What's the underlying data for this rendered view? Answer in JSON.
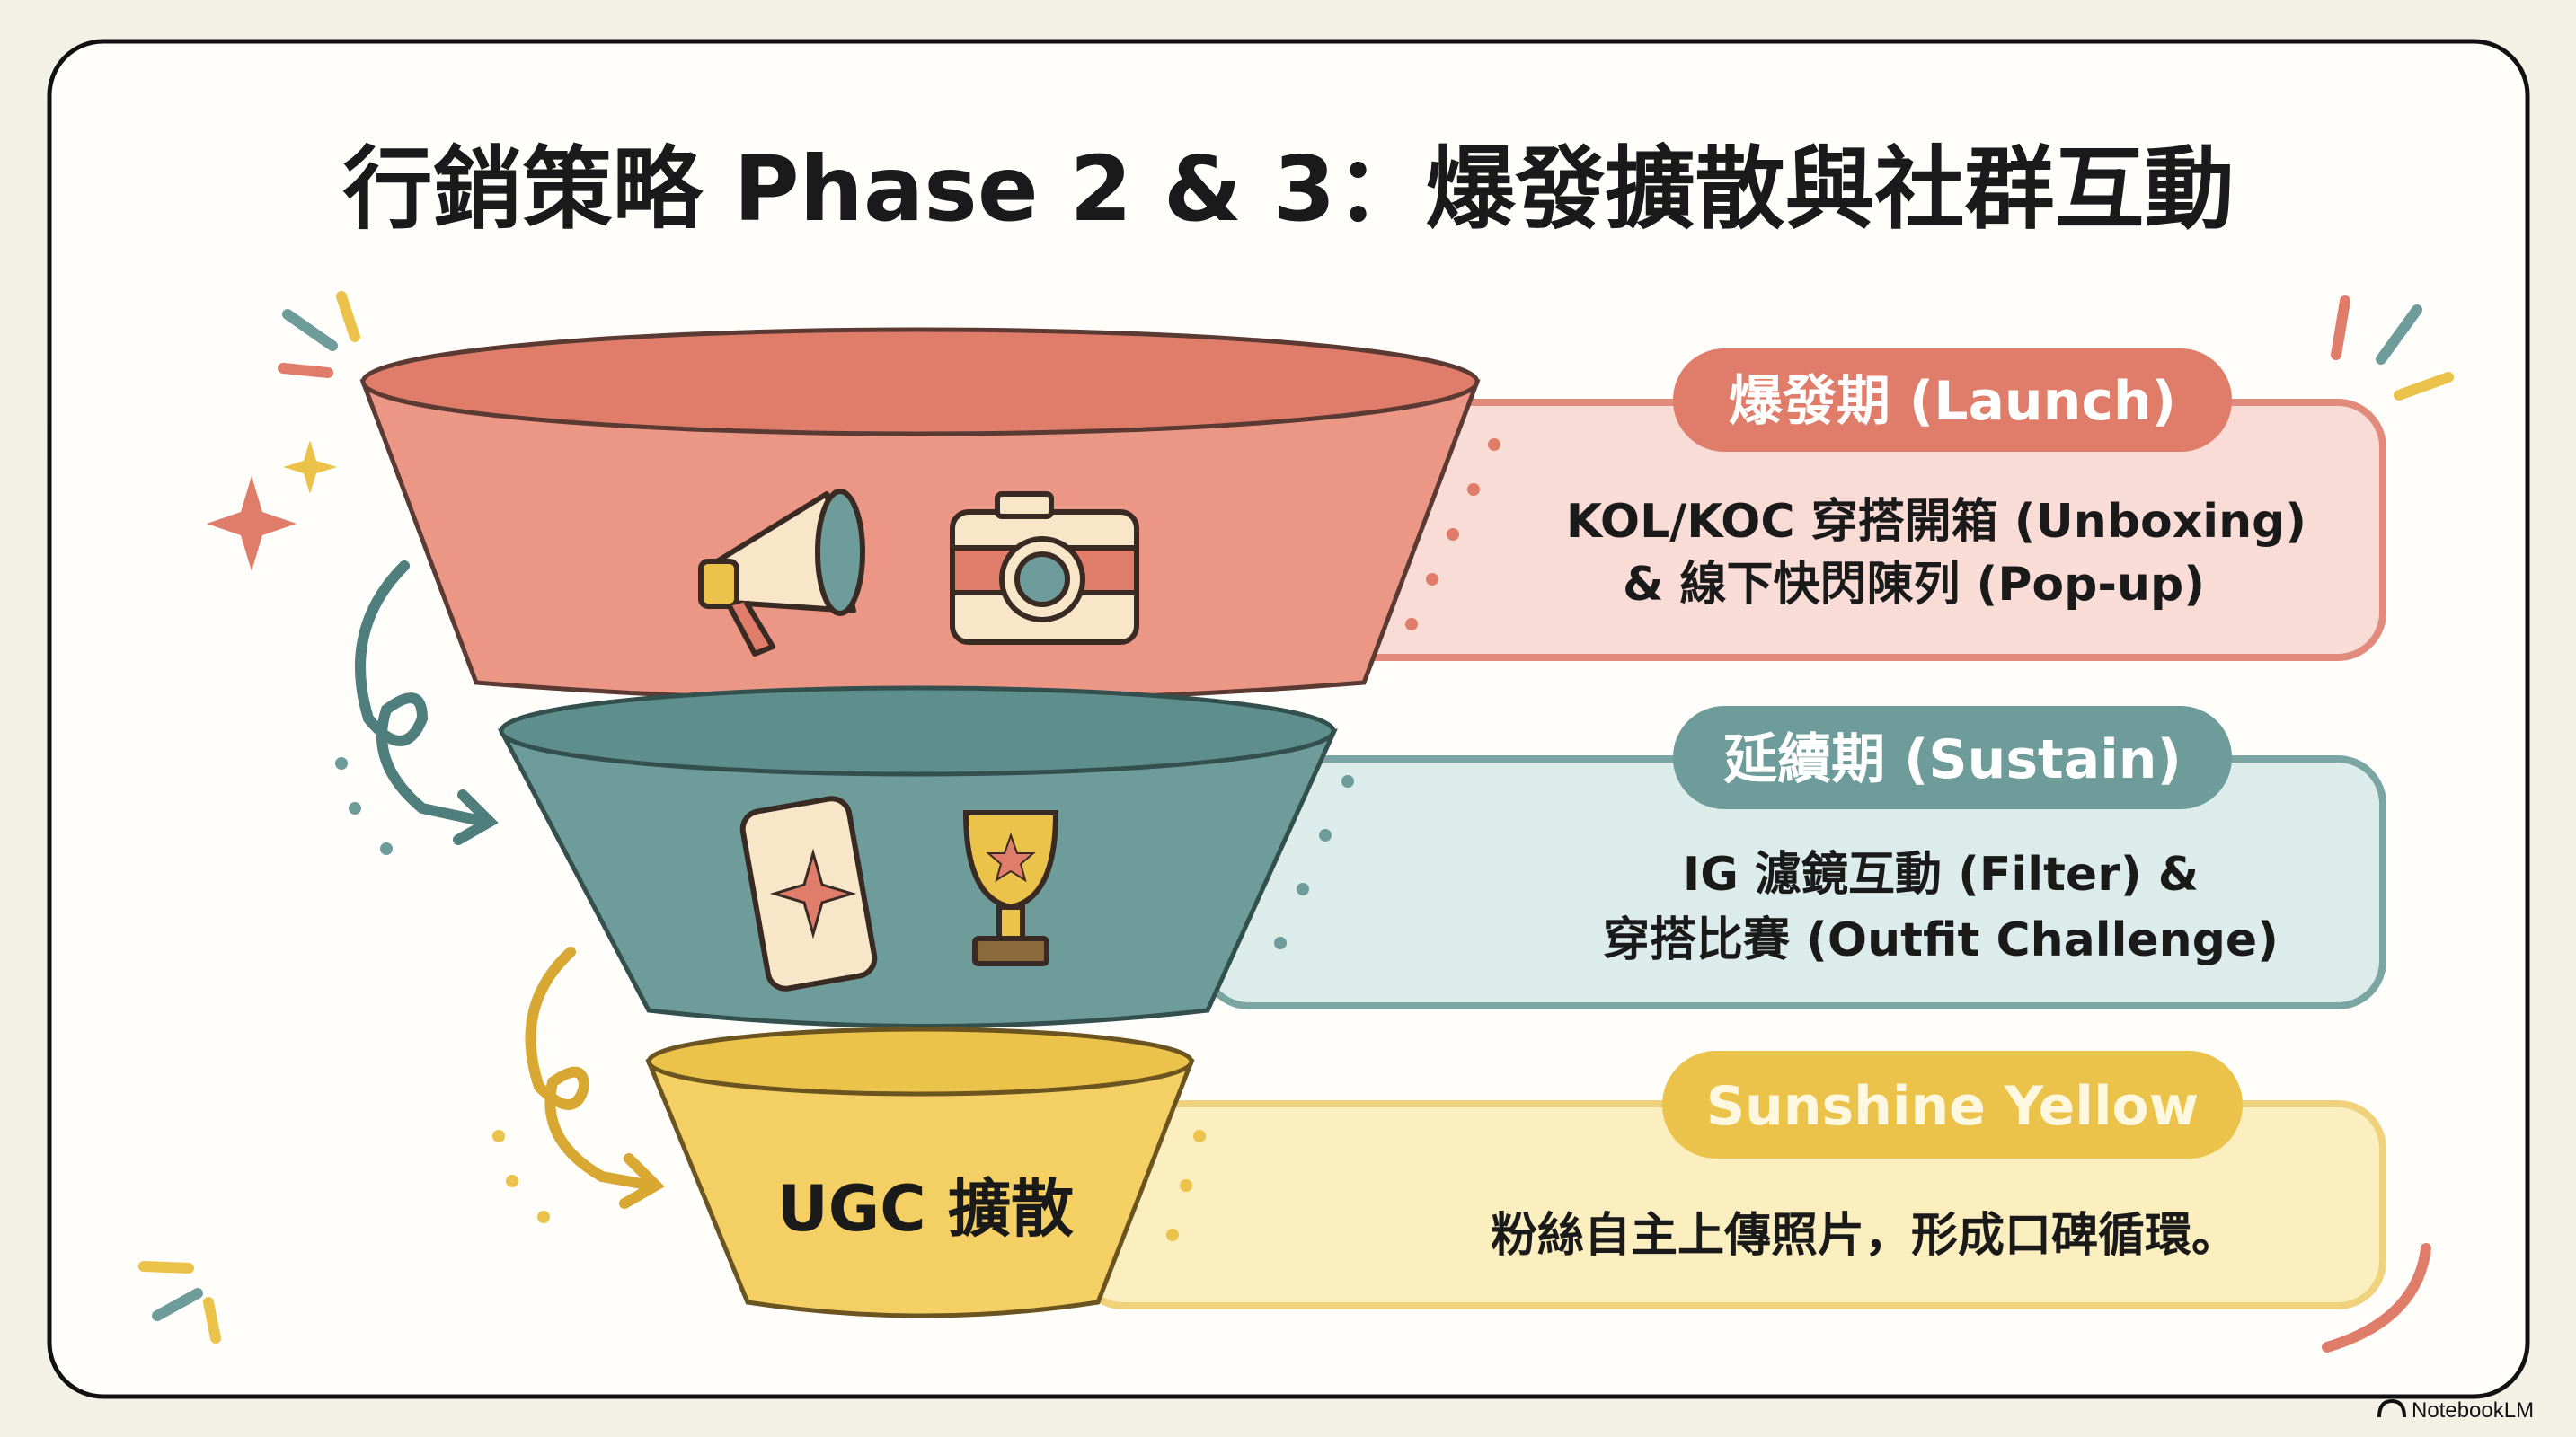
{
  "title": "行銷策略 Phase 2 & 3：爆發擴散與社群互動",
  "stages": [
    {
      "label": "爆發期 (Launch)",
      "lines": [
        "KOL/KOC 穿搭開箱 (Unboxing)",
        "& 線下快閃陳列 (Pop-up)"
      ],
      "icons": [
        "megaphone-icon",
        "camera-icon"
      ],
      "color": "#e07d6a"
    },
    {
      "label": "延續期 (Sustain)",
      "lines": [
        "IG 濾鏡互動 (Filter) &",
        "穿搭比賽 (Outfit Challenge)"
      ],
      "icons": [
        "smartphone-icon",
        "trophy-icon"
      ],
      "color": "#6d9c9a"
    },
    {
      "label": "Sunshine Yellow",
      "lines": [
        "粉絲自主上傳照片，形成口碑循環。"
      ],
      "funnel_text": "UGC 擴散",
      "color": "#ebc24a"
    }
  ],
  "watermark": "NotebookLM"
}
